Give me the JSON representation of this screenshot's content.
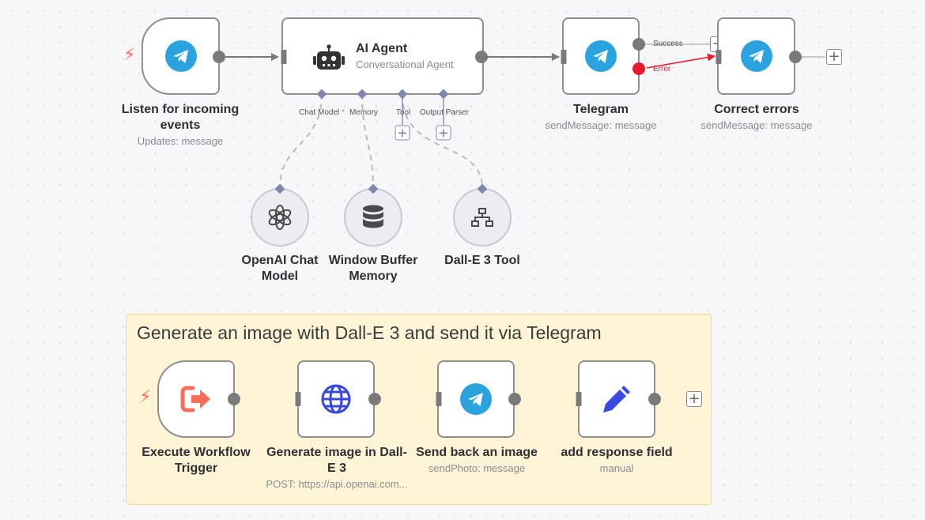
{
  "nodes": {
    "listen": {
      "title": "Listen for incoming events",
      "subtitle": "Updates: message",
      "icon": "telegram-icon"
    },
    "agent": {
      "title": "AI Agent",
      "subtitle": "Conversational Agent",
      "icon": "robot-icon",
      "ports": {
        "chat_model": "Chat Model",
        "required_mark": "*",
        "memory": "Memory",
        "tool": "Tool",
        "output_parser": "Output Parser"
      }
    },
    "telegram": {
      "title": "Telegram",
      "subtitle": "sendMessage: message",
      "icon": "telegram-icon",
      "success_label": "Success",
      "error_label": "Error"
    },
    "correct": {
      "title": "Correct errors",
      "subtitle": "sendMessage: message",
      "icon": "telegram-icon"
    },
    "openai": {
      "title": "OpenAI Chat Model",
      "icon": "openai-icon"
    },
    "memory": {
      "title": "Window Buffer Memory",
      "icon": "database-icon"
    },
    "dalle_tool": {
      "title": "Dall-E 3 Tool",
      "icon": "sitemap-icon"
    },
    "exec_trigger": {
      "title": "Execute Workflow Trigger",
      "icon": "sign-out-icon"
    },
    "generate": {
      "title": "Generate image in Dall-E 3",
      "subtitle": "POST: https://api.openai.com...",
      "icon": "globe-icon"
    },
    "sendback": {
      "title": "Send back an image",
      "subtitle": "sendPhoto: message",
      "icon": "telegram-icon"
    },
    "addfield": {
      "title": "add response field",
      "subtitle": "manual",
      "icon": "pen-icon"
    }
  },
  "sticky": {
    "title": "Generate an image with Dall-E 3 and send it via Telegram"
  },
  "colors": {
    "connector": "#7a7a7a",
    "error": "#e8192c",
    "telegram": "#2aa3de",
    "trigger_bolt": "#ff6d5a",
    "sticky_bg": "#fff5d6",
    "subnode_diamond": "#7f86b0",
    "globe": "#3848d8",
    "pen": "#3848e0"
  }
}
